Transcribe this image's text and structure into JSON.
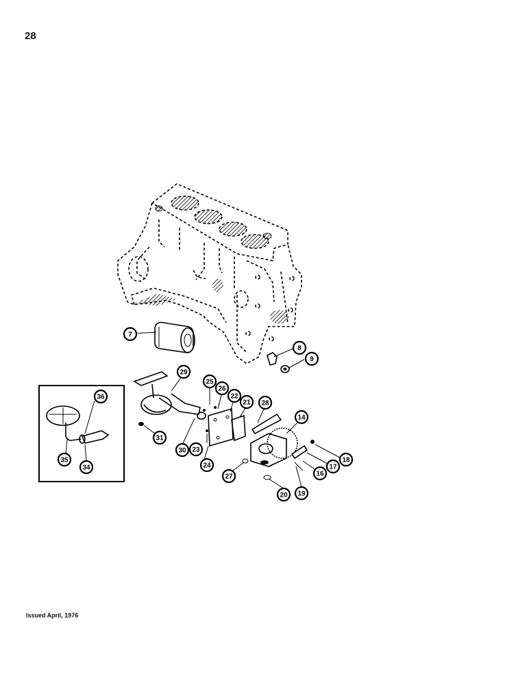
{
  "page_number": "28",
  "footer": "Issued April, 1976",
  "callouts": [
    {
      "id": "7",
      "label": "7"
    },
    {
      "id": "8",
      "label": "8"
    },
    {
      "id": "9",
      "label": "9"
    },
    {
      "id": "14",
      "label": "14"
    },
    {
      "id": "16",
      "label": "16"
    },
    {
      "id": "17",
      "label": "17"
    },
    {
      "id": "18",
      "label": "18"
    },
    {
      "id": "19",
      "label": "19"
    },
    {
      "id": "20",
      "label": "20"
    },
    {
      "id": "21",
      "label": "21"
    },
    {
      "id": "22",
      "label": "22"
    },
    {
      "id": "23",
      "label": "23"
    },
    {
      "id": "24",
      "label": "24"
    },
    {
      "id": "25",
      "label": "25"
    },
    {
      "id": "26",
      "label": "26"
    },
    {
      "id": "27",
      "label": "27"
    },
    {
      "id": "28",
      "label": "28"
    },
    {
      "id": "29",
      "label": "29"
    },
    {
      "id": "30",
      "label": "30"
    },
    {
      "id": "31",
      "label": "31"
    },
    {
      "id": "34",
      "label": "34"
    },
    {
      "id": "35",
      "label": "35"
    },
    {
      "id": "36",
      "label": "36"
    }
  ]
}
